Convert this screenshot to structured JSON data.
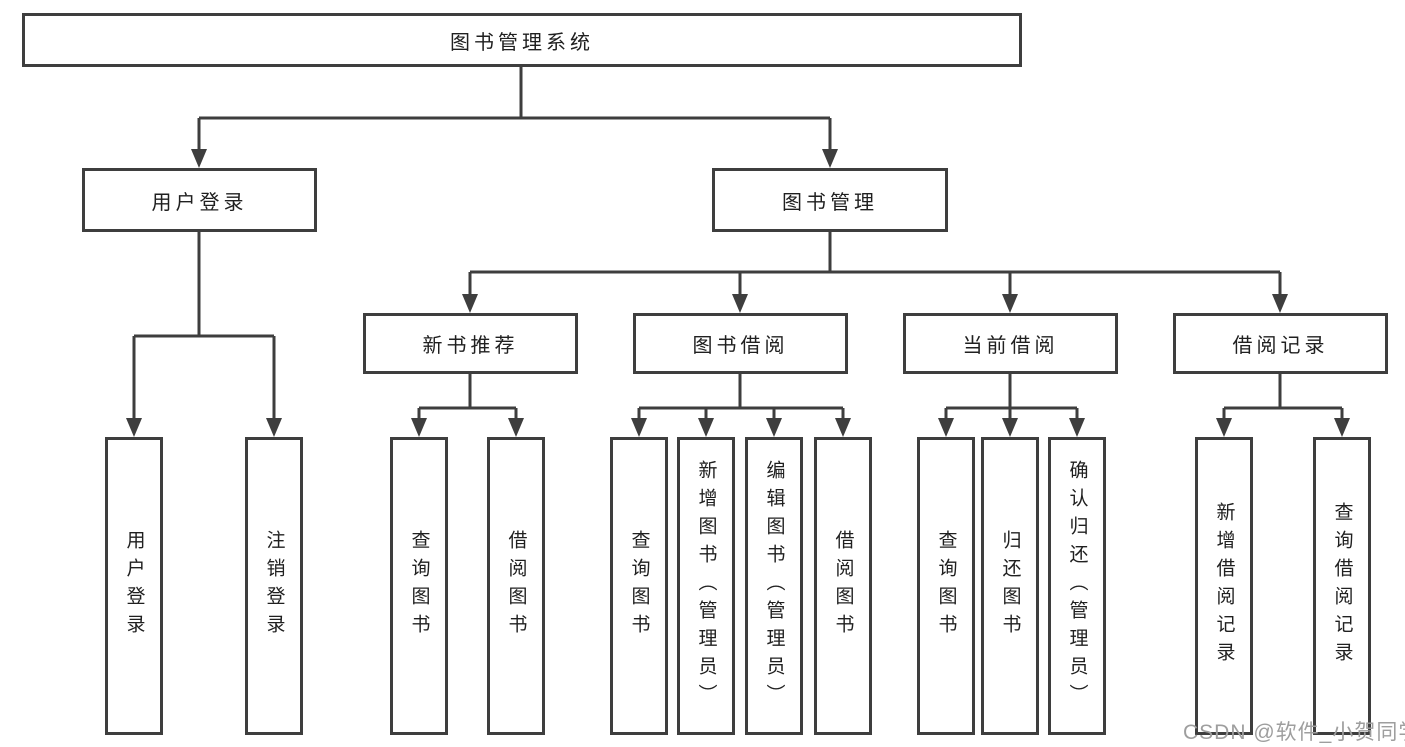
{
  "diagram": {
    "root": {
      "label": "图书管理系统"
    },
    "branches": [
      {
        "label": "用户登录",
        "children": [
          {
            "label": "用户登录"
          },
          {
            "label": "注销登录"
          }
        ]
      },
      {
        "label": "图书管理",
        "children": [
          {
            "label": "新书推荐",
            "children": [
              {
                "label": "查询图书"
              },
              {
                "label": "借阅图书"
              }
            ]
          },
          {
            "label": "图书借阅",
            "children": [
              {
                "label": "查询图书"
              },
              {
                "label": "新增图书（管理员）"
              },
              {
                "label": "编辑图书（管理员）"
              },
              {
                "label": "借阅图书"
              }
            ]
          },
          {
            "label": "当前借阅",
            "children": [
              {
                "label": "查询图书"
              },
              {
                "label": "归还图书"
              },
              {
                "label": "确认归还（管理员）"
              }
            ]
          },
          {
            "label": "借阅记录",
            "children": [
              {
                "label": "新增借阅记录"
              },
              {
                "label": "查询借阅记录"
              }
            ]
          }
        ]
      }
    ]
  },
  "watermark": {
    "text": "CSDN @软件_小贺同学"
  },
  "colors": {
    "line": "#3e3e3e",
    "text": "#202020",
    "watermark": "#9e9e9e",
    "background": "#ffffff"
  }
}
